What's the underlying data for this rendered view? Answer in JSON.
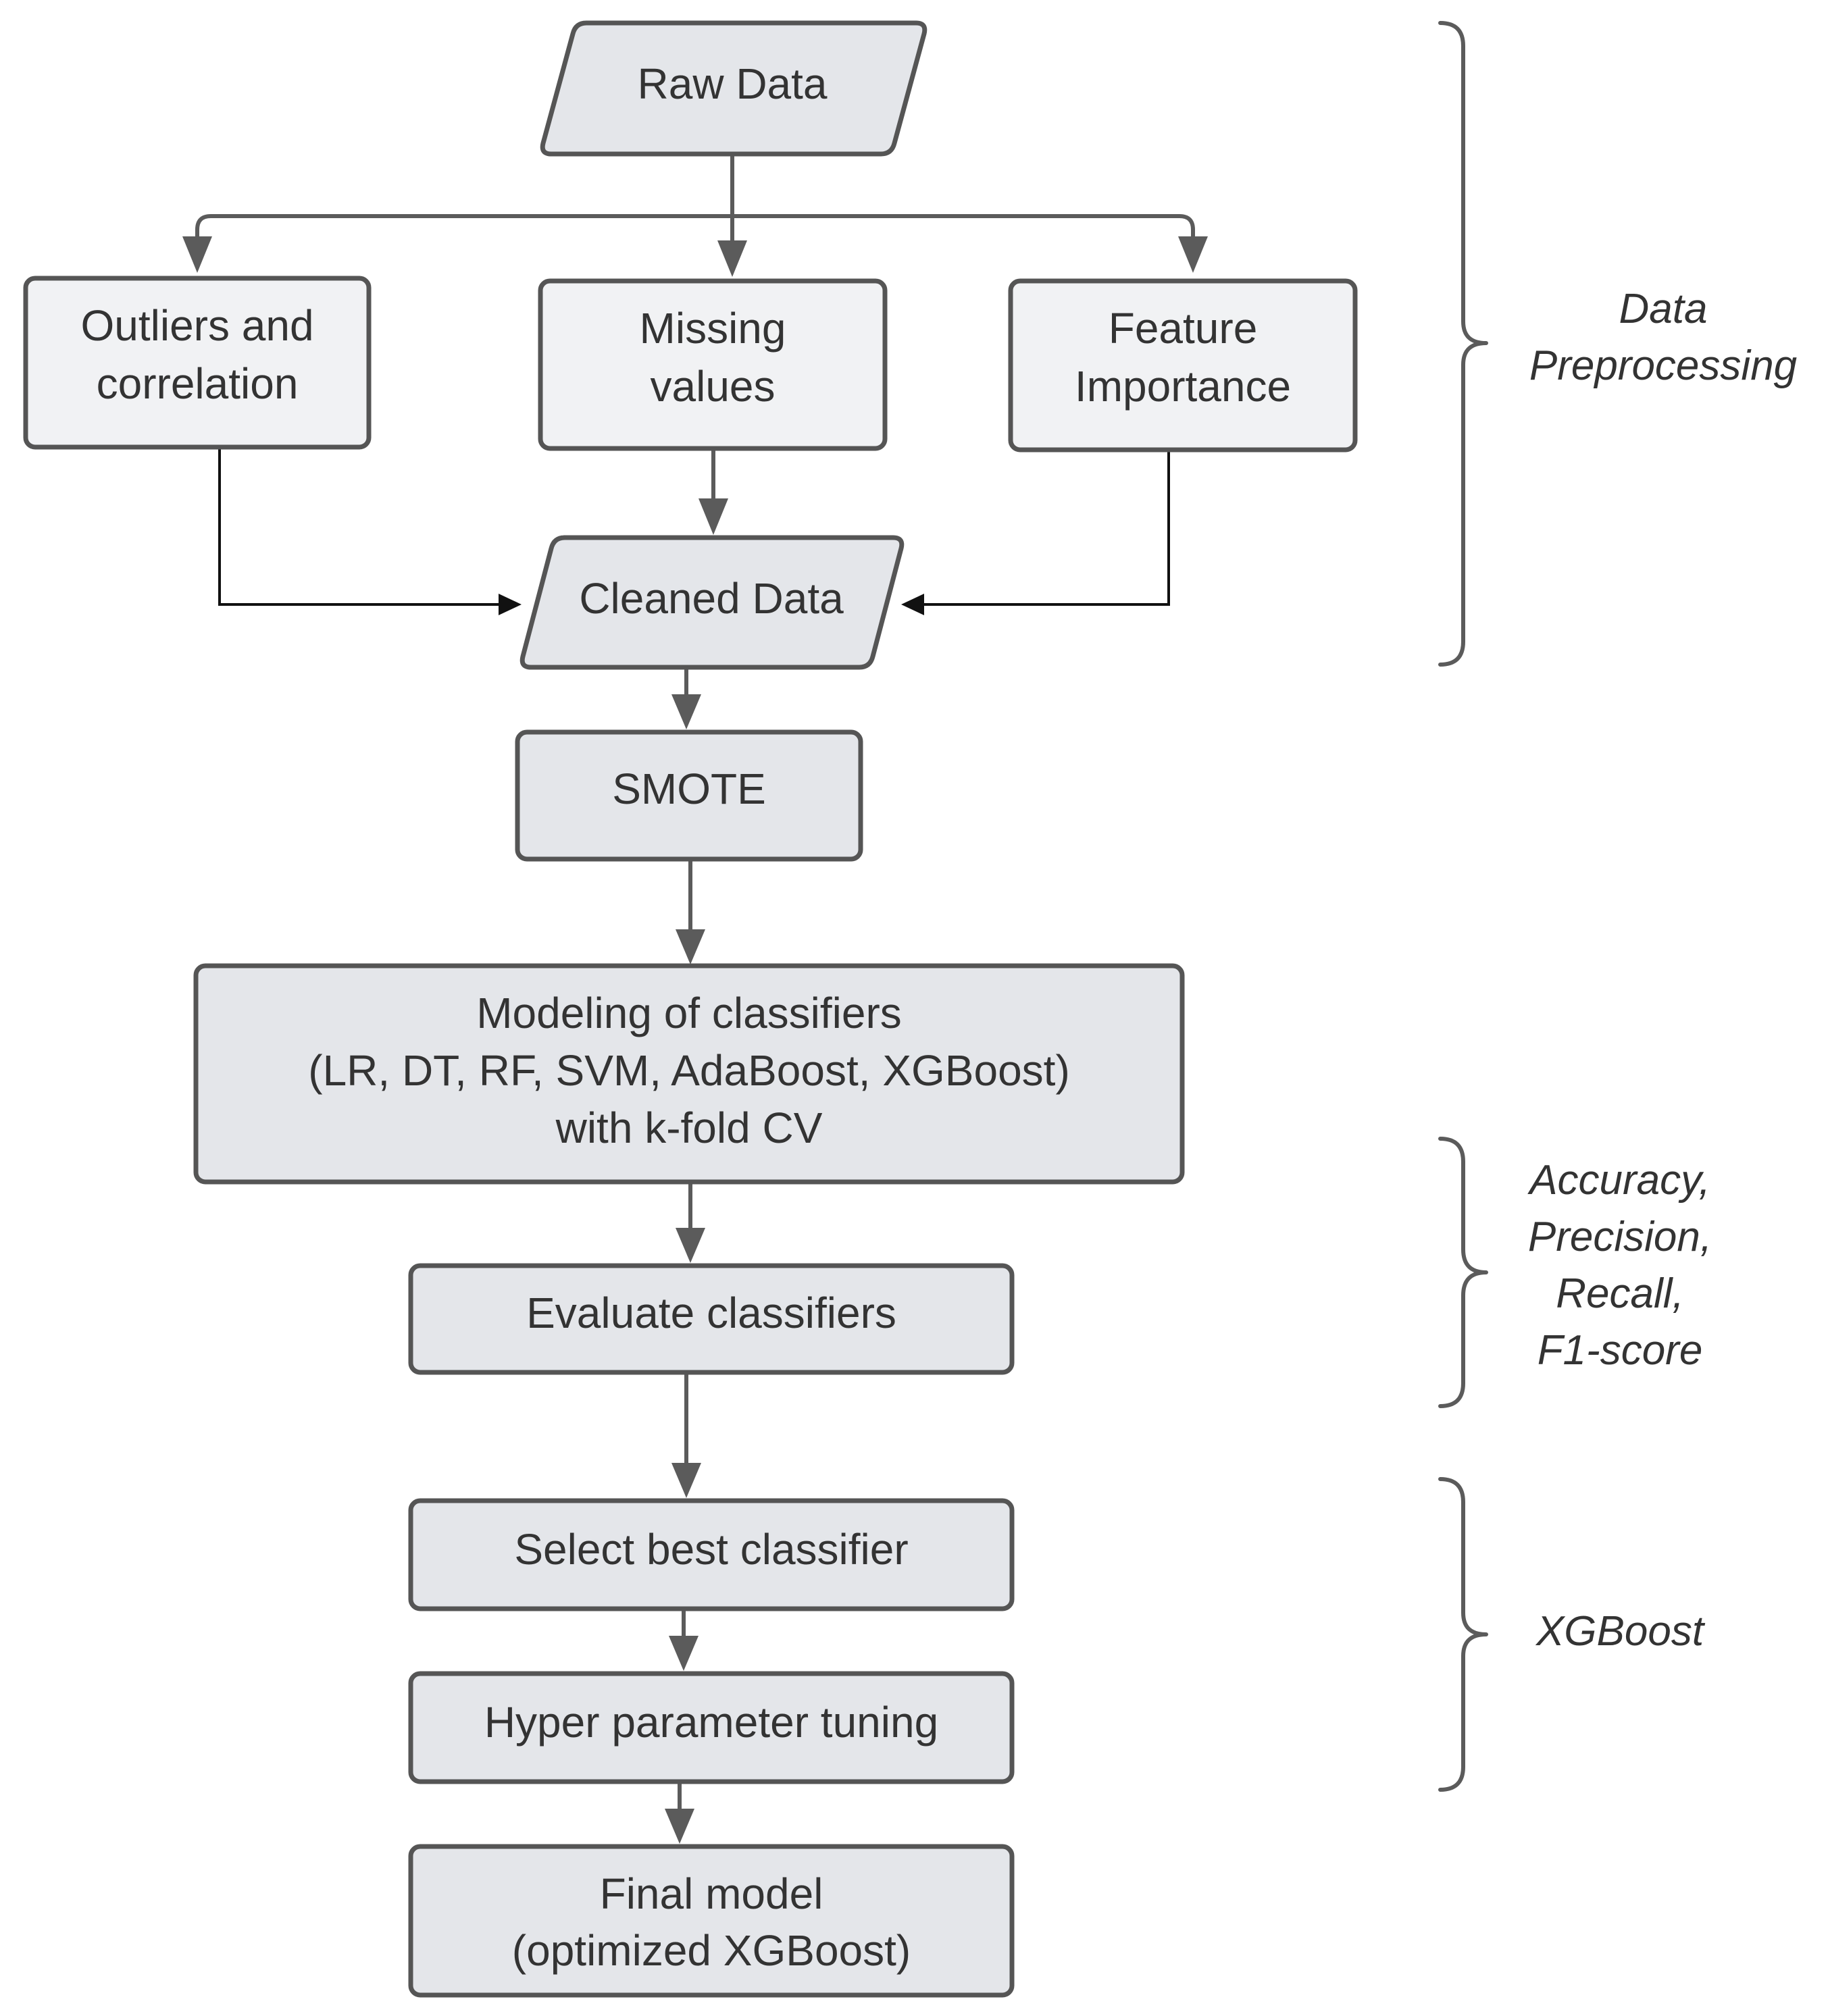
{
  "nodes": {
    "raw_data": "Raw Data",
    "outliers": [
      "Outliers and",
      "correlation"
    ],
    "missing": [
      "Missing",
      "values"
    ],
    "feature": [
      "Feature",
      "Importance"
    ],
    "cleaned_data": "Cleaned Data",
    "smote": "SMOTE",
    "modeling": [
      "Modeling of classifiers",
      "(LR, DT, RF, SVM, AdaBoost, XGBoost)",
      "with k-fold CV"
    ],
    "evaluate": "Evaluate classifiers",
    "select": "Select best classifier",
    "tuning": "Hyper parameter tuning",
    "final": [
      "Final model",
      "(optimized XGBoost)"
    ]
  },
  "annotations": {
    "preprocessing": [
      "Data",
      "Preprocessing"
    ],
    "metrics": [
      "Accuracy,",
      "Precision,",
      "Recall,",
      "F1-score"
    ],
    "xgboost": "XGBoost"
  },
  "colors": {
    "node_fill": "#e4e6ea",
    "node_fill_light": "#f1f2f4",
    "stroke": "#555555",
    "text": "#333333"
  }
}
